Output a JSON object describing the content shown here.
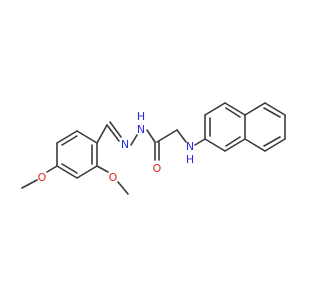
{
  "molecule": {
    "atoms": {
      "o_methoxy_para": "O",
      "o_methoxy_ortho": "O",
      "n_imine": "N",
      "n_hydrazide": "N",
      "h_hydrazide": "H",
      "o_carbonyl": "O",
      "n_amine": "N",
      "h_amine": "H"
    },
    "colors": {
      "bond": "#3a3a3a",
      "oxygen": "#e8201e",
      "nitrogen": "#2a2ae6"
    }
  }
}
